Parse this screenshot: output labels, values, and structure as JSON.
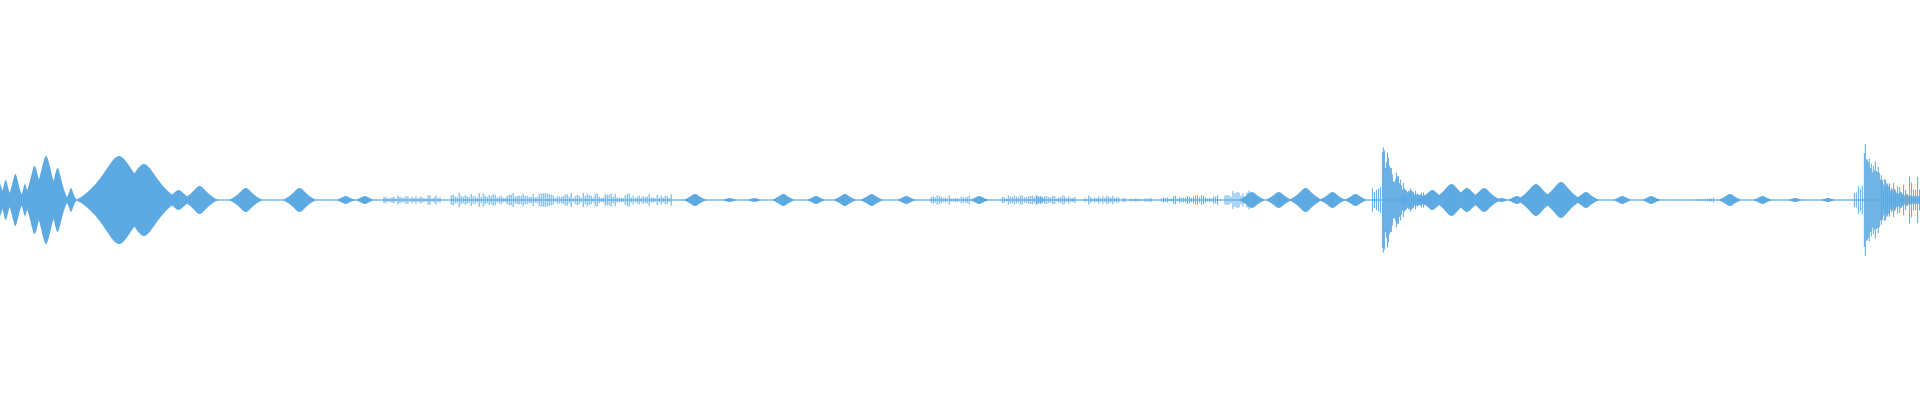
{
  "waveform": {
    "color": "#5DAAE3",
    "background": "#ffffff",
    "baseline_visible": true,
    "segments": [
      {
        "t": 0.0,
        "amp": 0.08,
        "kind": "burst"
      },
      {
        "t": 0.003,
        "amp": 0.1,
        "kind": "burst"
      },
      {
        "t": 0.008,
        "amp": 0.13,
        "kind": "burst"
      },
      {
        "t": 0.013,
        "amp": 0.08,
        "kind": "burst"
      },
      {
        "t": 0.018,
        "amp": 0.17,
        "kind": "burst"
      },
      {
        "t": 0.024,
        "amp": 0.22,
        "kind": "burst"
      },
      {
        "t": 0.03,
        "amp": 0.16,
        "kind": "burst"
      },
      {
        "t": 0.037,
        "amp": 0.06,
        "kind": "burst"
      },
      {
        "t": 0.044,
        "amp": 0.02,
        "kind": "tone"
      },
      {
        "t": 0.05,
        "amp": 0.04,
        "kind": "tone"
      },
      {
        "t": 0.056,
        "amp": 0.05,
        "kind": "tone"
      },
      {
        "t": 0.062,
        "amp": 0.22,
        "kind": "tone"
      },
      {
        "t": 0.075,
        "amp": 0.18,
        "kind": "tone"
      },
      {
        "t": 0.093,
        "amp": 0.05,
        "kind": "tone"
      },
      {
        "t": 0.104,
        "amp": 0.07,
        "kind": "tone"
      },
      {
        "t": 0.128,
        "amp": 0.06,
        "kind": "tone"
      },
      {
        "t": 0.156,
        "amp": 0.06,
        "kind": "tone"
      },
      {
        "t": 0.18,
        "amp": 0.02,
        "kind": "tone"
      },
      {
        "t": 0.19,
        "amp": 0.02,
        "kind": "tone"
      },
      {
        "t": 0.2,
        "amp": 0.02,
        "kind": "noise",
        "len": 0.03
      },
      {
        "t": 0.235,
        "amp": 0.03,
        "kind": "noise",
        "len": 0.115
      },
      {
        "t": 0.362,
        "amp": 0.03,
        "kind": "tone"
      },
      {
        "t": 0.38,
        "amp": 0.01,
        "kind": "tone"
      },
      {
        "t": 0.393,
        "amp": 0.01,
        "kind": "tone"
      },
      {
        "t": 0.408,
        "amp": 0.03,
        "kind": "tone"
      },
      {
        "t": 0.425,
        "amp": 0.02,
        "kind": "tone"
      },
      {
        "t": 0.44,
        "amp": 0.03,
        "kind": "tone"
      },
      {
        "t": 0.454,
        "amp": 0.03,
        "kind": "tone"
      },
      {
        "t": 0.472,
        "amp": 0.02,
        "kind": "tone"
      },
      {
        "t": 0.485,
        "amp": 0.02,
        "kind": "noise",
        "len": 0.02
      },
      {
        "t": 0.51,
        "amp": 0.02,
        "kind": "tone"
      },
      {
        "t": 0.522,
        "amp": 0.02,
        "kind": "noise",
        "len": 0.022
      },
      {
        "t": 0.54,
        "amp": 0.02,
        "kind": "noise",
        "len": 0.02
      },
      {
        "t": 0.565,
        "amp": 0.02,
        "kind": "noise",
        "len": 0.018
      },
      {
        "t": 0.585,
        "amp": 0.01,
        "kind": "noise",
        "len": 0.015
      },
      {
        "t": 0.605,
        "amp": 0.02,
        "kind": "noise",
        "len": 0.03
      },
      {
        "t": 0.638,
        "amp": 0.04,
        "kind": "noise",
        "len": 0.015
      },
      {
        "t": 0.652,
        "amp": 0.04,
        "kind": "tone"
      },
      {
        "t": 0.666,
        "amp": 0.04,
        "kind": "tone"
      },
      {
        "t": 0.68,
        "amp": 0.06,
        "kind": "tone"
      },
      {
        "t": 0.694,
        "amp": 0.04,
        "kind": "tone"
      },
      {
        "t": 0.706,
        "amp": 0.03,
        "kind": "tone"
      },
      {
        "t": 0.72,
        "amp": 0.36,
        "kind": "spike"
      },
      {
        "t": 0.73,
        "amp": 0.04,
        "kind": "noise",
        "len": 0.012
      },
      {
        "t": 0.746,
        "amp": 0.05,
        "kind": "tone"
      },
      {
        "t": 0.756,
        "amp": 0.08,
        "kind": "tone"
      },
      {
        "t": 0.764,
        "amp": 0.06,
        "kind": "tone"
      },
      {
        "t": 0.773,
        "amp": 0.06,
        "kind": "tone"
      },
      {
        "t": 0.782,
        "amp": 0.01,
        "kind": "tone"
      },
      {
        "t": 0.79,
        "amp": 0.02,
        "kind": "tone"
      },
      {
        "t": 0.8,
        "amp": 0.08,
        "kind": "tone"
      },
      {
        "t": 0.813,
        "amp": 0.09,
        "kind": "tone"
      },
      {
        "t": 0.826,
        "amp": 0.04,
        "kind": "tone"
      },
      {
        "t": 0.845,
        "amp": 0.02,
        "kind": "tone"
      },
      {
        "t": 0.86,
        "amp": 0.02,
        "kind": "tone"
      },
      {
        "t": 0.883,
        "amp": 0.01,
        "kind": "noise",
        "len": 0.01
      },
      {
        "t": 0.901,
        "amp": 0.03,
        "kind": "tone"
      },
      {
        "t": 0.918,
        "amp": 0.02,
        "kind": "tone"
      },
      {
        "t": 0.935,
        "amp": 0.01,
        "kind": "tone"
      },
      {
        "t": 0.952,
        "amp": 0.01,
        "kind": "tone"
      },
      {
        "t": 0.971,
        "amp": 0.45,
        "kind": "spike"
      },
      {
        "t": 0.98,
        "amp": 0.1,
        "kind": "noise",
        "len": 0.02
      }
    ]
  }
}
